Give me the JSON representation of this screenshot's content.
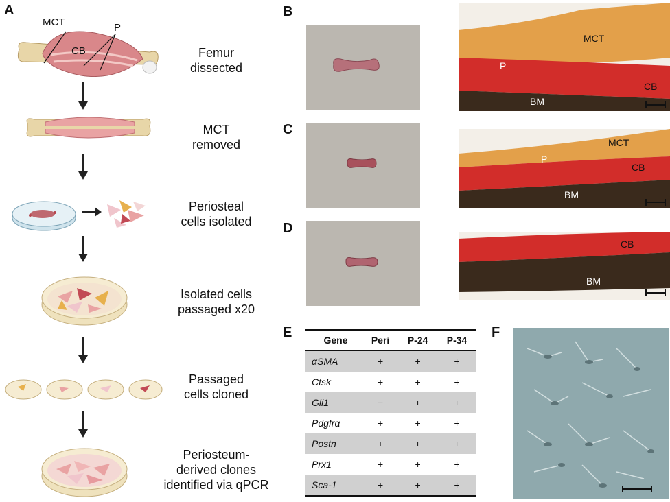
{
  "panels": {
    "a": "A",
    "b": "B",
    "c": "C",
    "d": "D",
    "e": "E",
    "f": "F"
  },
  "panel_a": {
    "femur_labels": {
      "mct": "MCT",
      "p": "P",
      "cb": "CB"
    },
    "steps": [
      "Femur dissected",
      "MCT removed",
      "Periosteal cells isolated",
      "Isolated cells passaged x20",
      "Passaged cells cloned",
      "Periosteum-derived clones identified via qPCR"
    ],
    "steps_lines": [
      [
        "Femur",
        "dissected"
      ],
      [
        "MCT",
        "removed"
      ],
      [
        "Periosteal",
        "cells isolated"
      ],
      [
        "Isolated cells",
        "passaged x20"
      ],
      [
        "Passaged",
        "cells cloned"
      ],
      [
        "Periosteum-",
        "derived clones",
        "identified via qPCR"
      ]
    ]
  },
  "histology": {
    "b": {
      "mct": "MCT",
      "p": "P",
      "cb": "CB",
      "bm": "BM"
    },
    "c": {
      "mct": "MCT",
      "p": "P",
      "cb": "CB",
      "bm": "BM"
    },
    "d": {
      "cb": "CB",
      "bm": "BM"
    }
  },
  "table": {
    "headers": [
      "Gene",
      "Peri",
      "P-24",
      "P-34"
    ],
    "rows": [
      [
        "αSMA",
        "+",
        "+",
        "+"
      ],
      [
        "Ctsk",
        "+",
        "+",
        "+"
      ],
      [
        "Gli1",
        "−",
        "+",
        "+"
      ],
      [
        "Pdgfrα",
        "+",
        "+",
        "+"
      ],
      [
        "Postn",
        "+",
        "+",
        "+"
      ],
      [
        "Prx1",
        "+",
        "+",
        "+"
      ],
      [
        "Sca-1",
        "+",
        "+",
        "+"
      ]
    ]
  },
  "colors": {
    "muscle": "#d9878a",
    "bone": "#e8d6a8",
    "histo_red": "#d22d2a",
    "histo_orange": "#e3a04a",
    "marrow": "#3a2a1c",
    "cell_culture": "#8fa9ad",
    "dish": "#cfe3ec"
  }
}
